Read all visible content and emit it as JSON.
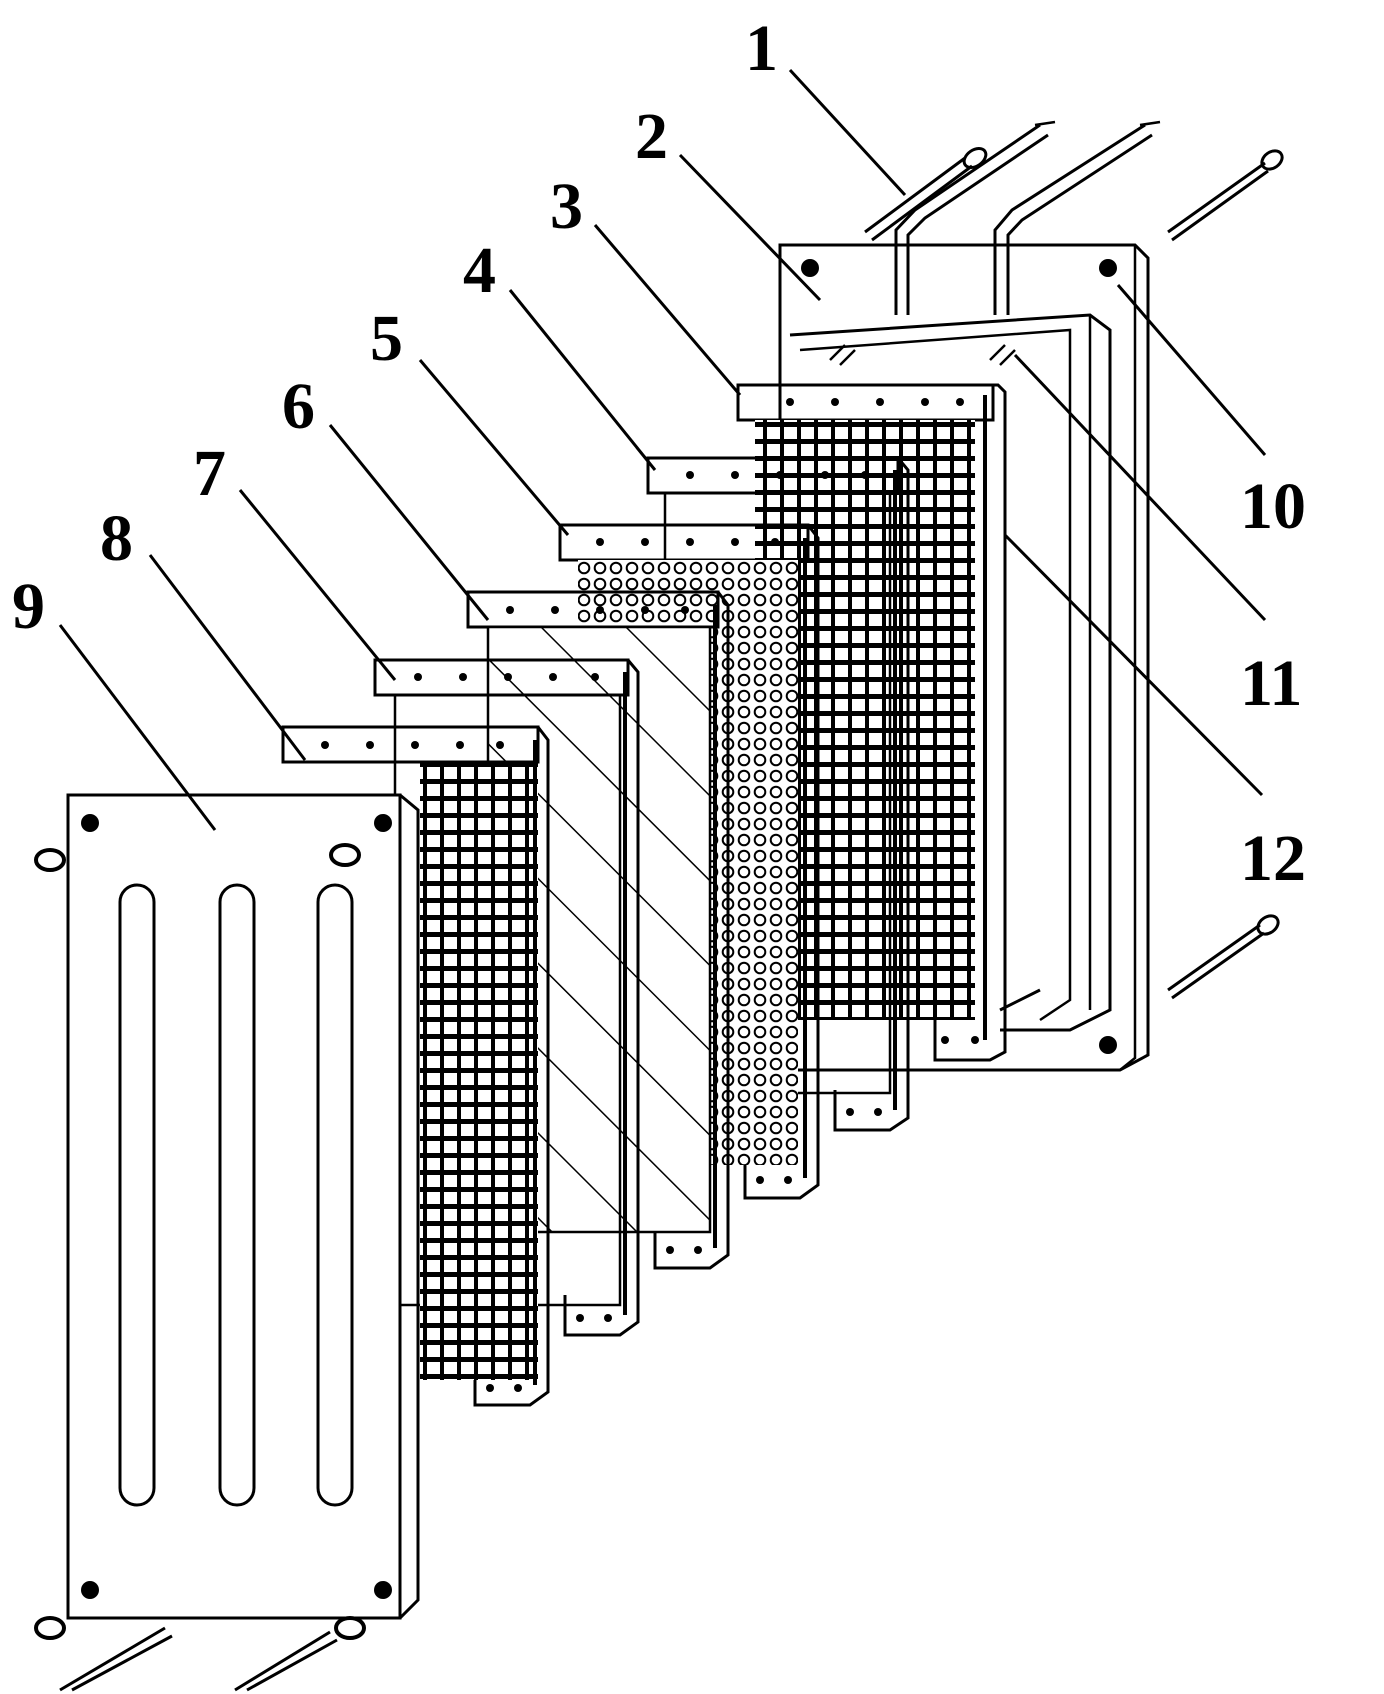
{
  "labels": [
    {
      "id": "ref-1",
      "text": "1"
    },
    {
      "id": "ref-2",
      "text": "2"
    },
    {
      "id": "ref-3",
      "text": "3"
    },
    {
      "id": "ref-4",
      "text": "4"
    },
    {
      "id": "ref-5",
      "text": "5"
    },
    {
      "id": "ref-6",
      "text": "6"
    },
    {
      "id": "ref-7",
      "text": "7"
    },
    {
      "id": "ref-8",
      "text": "8"
    },
    {
      "id": "ref-9",
      "text": "9"
    },
    {
      "id": "ref-10",
      "text": "10"
    },
    {
      "id": "ref-11",
      "text": "11"
    },
    {
      "id": "ref-12",
      "text": "12"
    }
  ],
  "colors": {
    "line": "#000000",
    "background": "#ffffff"
  }
}
